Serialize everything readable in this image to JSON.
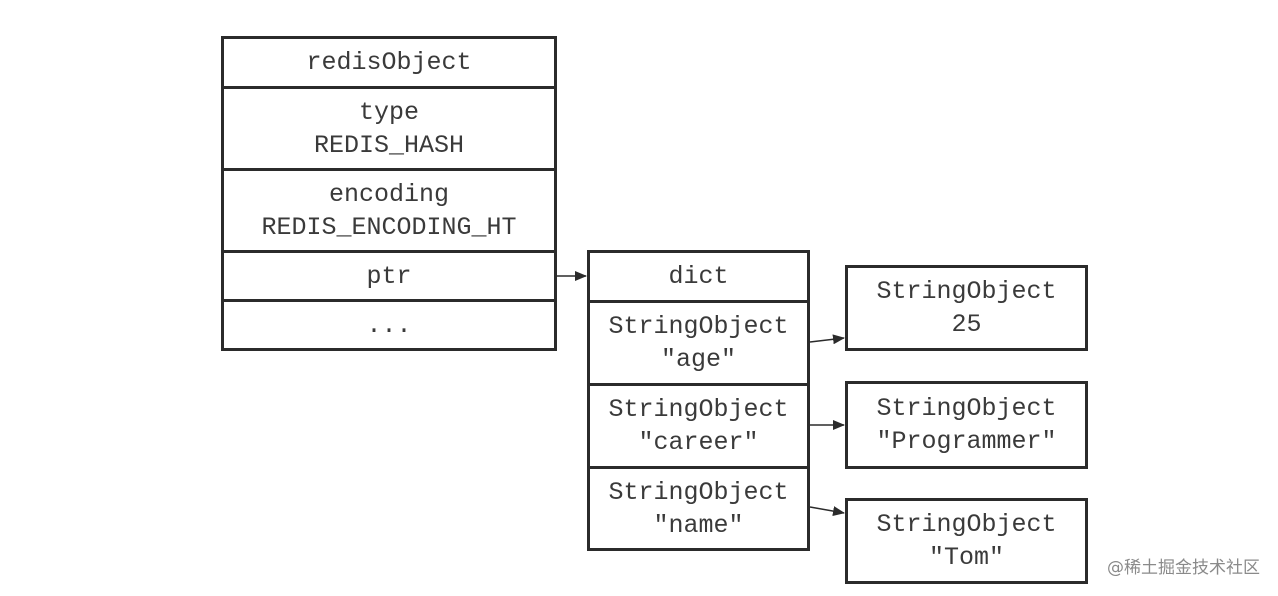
{
  "redis_object": {
    "title": "redisObject",
    "type_label": "type",
    "type_value": "REDIS_HASH",
    "encoding_label": "encoding",
    "encoding_value": "REDIS_ENCODING_HT",
    "ptr_label": "ptr",
    "ellipsis": "..."
  },
  "dict": {
    "title": "dict",
    "keys": [
      {
        "type": "StringObject",
        "value": "\"age\""
      },
      {
        "type": "StringObject",
        "value": "\"career\""
      },
      {
        "type": "StringObject",
        "value": "\"name\""
      }
    ]
  },
  "values": [
    {
      "type": "StringObject",
      "value": "25"
    },
    {
      "type": "StringObject",
      "value": "\"Programmer\""
    },
    {
      "type": "StringObject",
      "value": "\"Tom\""
    }
  ],
  "watermark": "@稀土掘金技术社区",
  "colors": {
    "border": "#2b2b2b",
    "text": "#3a3a3a",
    "watermark": "#8a8a8a"
  }
}
